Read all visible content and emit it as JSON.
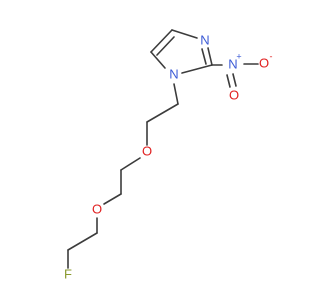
{
  "molecule": {
    "atoms": {
      "n3": {
        "symbol": "N",
        "color": "#3c5bd6"
      },
      "n1": {
        "symbol": "N",
        "color": "#3c5bd6"
      },
      "n_nitro": {
        "symbol": "N",
        "color": "#3c5bd6",
        "charge": "+"
      },
      "o_nitro_minus": {
        "symbol": "O",
        "color": "#e02020",
        "charge": "-"
      },
      "o_nitro": {
        "symbol": "O",
        "color": "#e02020"
      },
      "o_ether1": {
        "symbol": "O",
        "color": "#e02020"
      },
      "o_ether2": {
        "symbol": "O",
        "color": "#e02020"
      },
      "f": {
        "symbol": "F",
        "color": "#8a9a2e"
      }
    },
    "bond_color": "#3c3c3c"
  }
}
